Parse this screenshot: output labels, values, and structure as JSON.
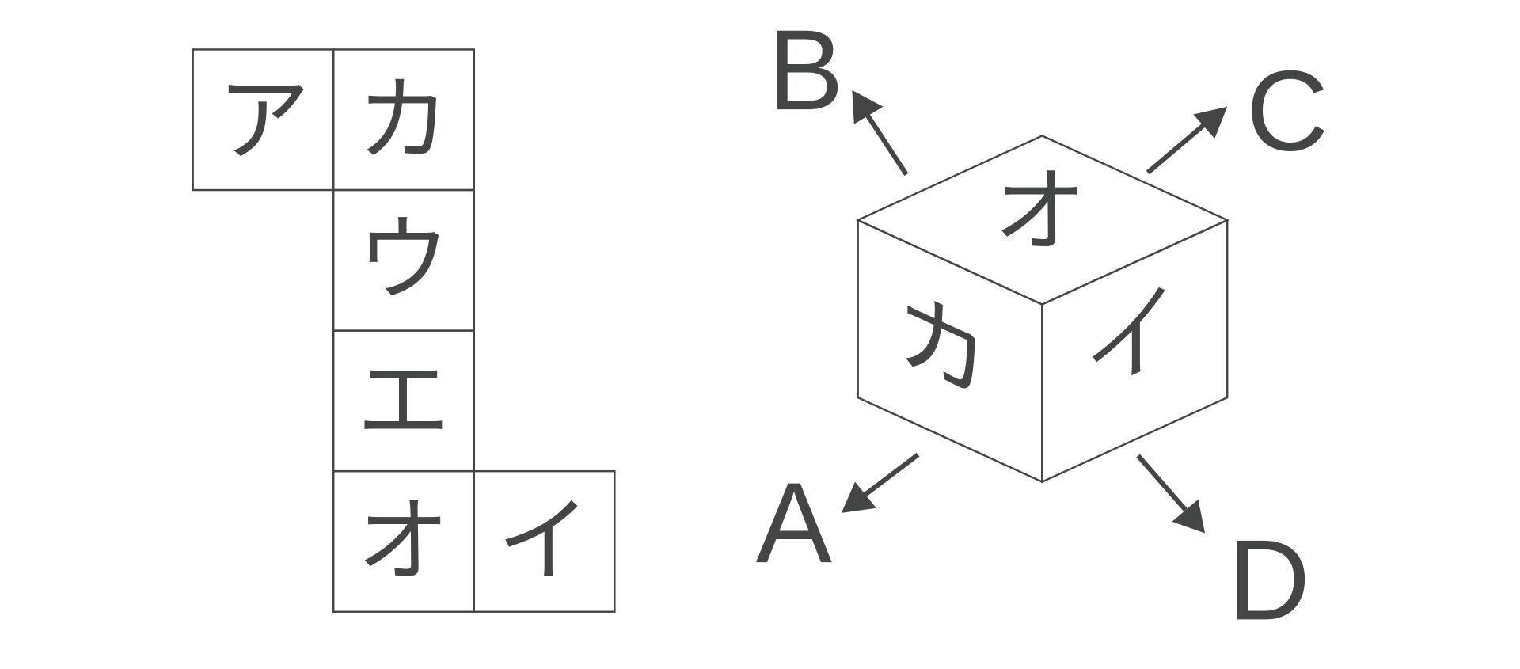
{
  "net": {
    "faces": [
      {
        "label": "ア",
        "col": 0,
        "row": 0
      },
      {
        "label": "カ",
        "col": 1,
        "row": 0
      },
      {
        "label": "ウ",
        "col": 1,
        "row": 1
      },
      {
        "label": "エ",
        "col": 1,
        "row": 2
      },
      {
        "label": "オ",
        "col": 1,
        "row": 3
      },
      {
        "label": "イ",
        "col": 2,
        "row": 3
      }
    ]
  },
  "cube": {
    "top_face": "オ",
    "left_face": "カ",
    "right_face": "イ"
  },
  "directions": {
    "A": "A",
    "B": "B",
    "C": "C",
    "D": "D"
  },
  "colors": {
    "ink": "#444646",
    "background": "#ffffff"
  }
}
